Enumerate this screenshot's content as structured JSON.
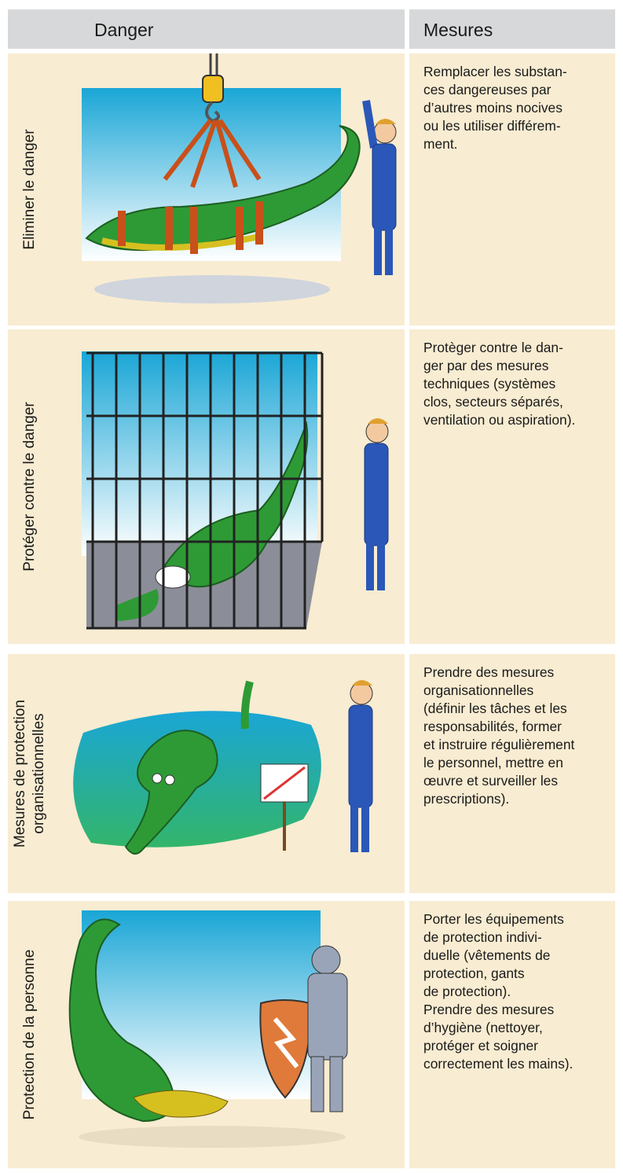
{
  "header": {
    "danger": "Danger",
    "mesures": "Mesures"
  },
  "rows": [
    {
      "label": "Eliminer le danger",
      "text": "Remplacer les substan-\nces dangereuses par\nd’autres moins nocives\nou les utiliser différem-\nment."
    },
    {
      "label": "Protéger contre le danger",
      "text": "Protèger contre le dan-\nger par des mesures\ntechniques (systèmes\nclos, secteurs séparés,\nventilation ou aspiration)."
    },
    {
      "label_line1": "Mesures de protection",
      "label_line2": "organisationnelles",
      "text": "Prendre des mesures\norganisationnelles\n(définir les tâches et les\nresponsabilités, former\net instruire régulièrement\nle personnel, mettre en\nœuvre et surveiller les\nprescriptions)."
    },
    {
      "label": "Protection de la personne",
      "text": "Porter les équipements\nde protection indivi-\nduelle (vêtements de\nprotection, gants\nde protection).\nPrendre des mesures\nd’hygiène (nettoyer,\nprotéger et soigner\ncorrectement les mains)."
    }
  ]
}
